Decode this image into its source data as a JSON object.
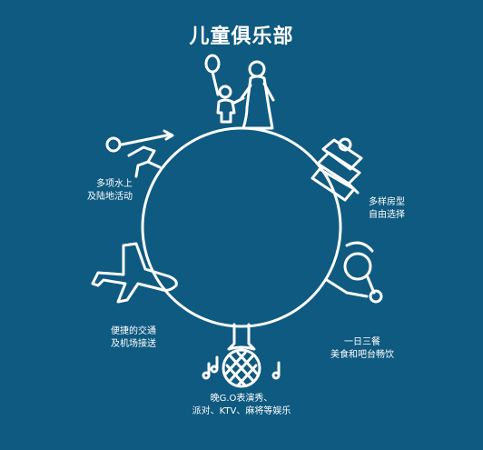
{
  "title": "儿童俱乐部",
  "features": {
    "water": {
      "line1": "多项水上",
      "line2": "及陆地活动"
    },
    "rooms": {
      "line1": "多样房型",
      "line2": "自由选择"
    },
    "dining": {
      "line1": "一日三餐",
      "line2": "美食和吧台畅饮"
    },
    "shows": {
      "line1": "晚G.O表演秀、",
      "line2": "派对、KTV、麻将等娱乐"
    },
    "transport": {
      "line1": "便捷的交通",
      "line2": "及机场接送"
    }
  },
  "colors": {
    "background": "#0f5a80",
    "line": "#ffffff"
  }
}
